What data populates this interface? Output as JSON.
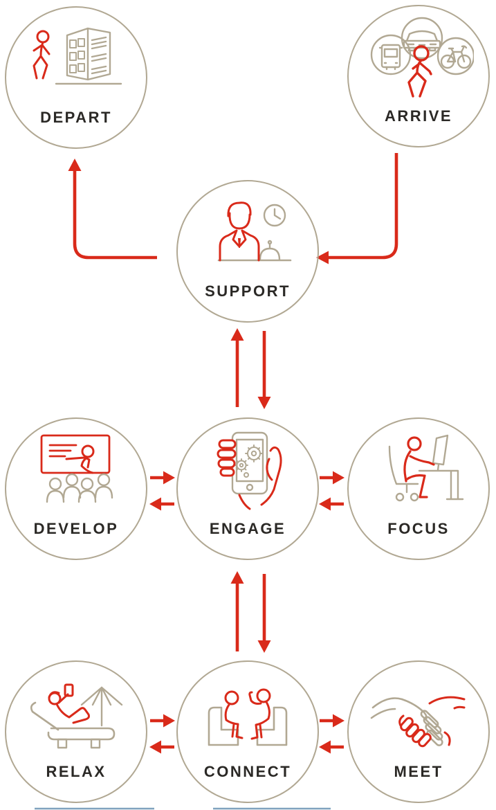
{
  "diagram": {
    "nodes": [
      {
        "id": "depart",
        "label": "DEPART",
        "icon": "person-leaving-building-icon"
      },
      {
        "id": "arrive",
        "label": "ARRIVE",
        "icon": "person-with-transport-modes-icon"
      },
      {
        "id": "support",
        "label": "SUPPORT",
        "icon": "concierge-desk-clock-bell-icon"
      },
      {
        "id": "develop",
        "label": "DEVELOP",
        "icon": "presentation-audience-icon"
      },
      {
        "id": "engage",
        "label": "ENGAGE",
        "icon": "hand-holding-phone-gears-icon"
      },
      {
        "id": "focus",
        "label": "FOCUS",
        "icon": "person-working-at-desk-icon"
      },
      {
        "id": "relax",
        "label": "RELAX",
        "icon": "lounge-chair-umbrella-icon"
      },
      {
        "id": "connect",
        "label": "CONNECT",
        "icon": "two-people-talking-chairs-icon"
      },
      {
        "id": "meet",
        "label": "MEET",
        "icon": "handshake-icon"
      }
    ],
    "edges": [
      {
        "from": "arrive",
        "to": "support",
        "style": "single-arrow-elbow"
      },
      {
        "from": "support",
        "to": "depart",
        "style": "single-arrow-elbow"
      },
      {
        "from": "support",
        "to": "engage",
        "style": "double-arrow-vertical"
      },
      {
        "from": "engage",
        "to": "develop",
        "style": "double-arrow-horizontal"
      },
      {
        "from": "engage",
        "to": "focus",
        "style": "double-arrow-horizontal"
      },
      {
        "from": "engage",
        "to": "connect",
        "style": "double-arrow-vertical"
      },
      {
        "from": "connect",
        "to": "relax",
        "style": "double-arrow-horizontal"
      },
      {
        "from": "connect",
        "to": "meet",
        "style": "double-arrow-horizontal"
      }
    ]
  },
  "colors": {
    "accent_red": "#D92A1A",
    "line_tan": "#B1A893",
    "label_dark": "#2B2926",
    "footer_blue": "#7FA2BE",
    "background": "#FFFFFF"
  }
}
